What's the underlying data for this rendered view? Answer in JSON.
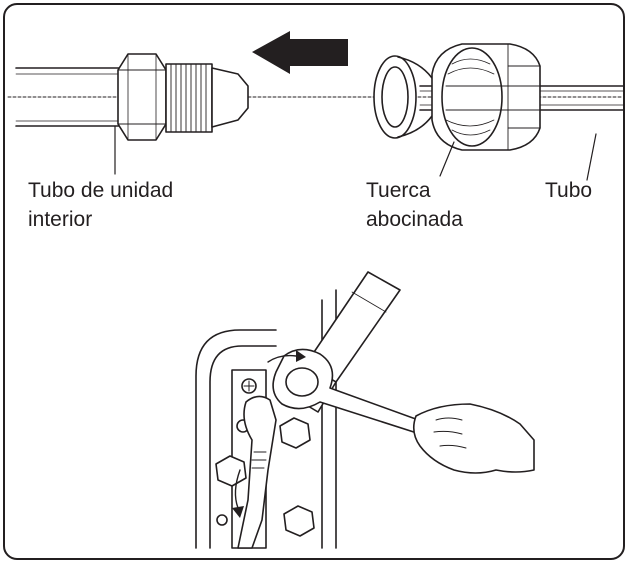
{
  "labels": {
    "indoor_pipe_line1": "Tubo de unidad",
    "indoor_pipe_line2": "interior",
    "flare_nut_line1": "Tuerca",
    "flare_nut_line2": "abocinada",
    "pipe": "Tubo"
  },
  "colors": {
    "ink": "#231f20",
    "fill": "#ffffff",
    "arrow": "#231f20"
  }
}
